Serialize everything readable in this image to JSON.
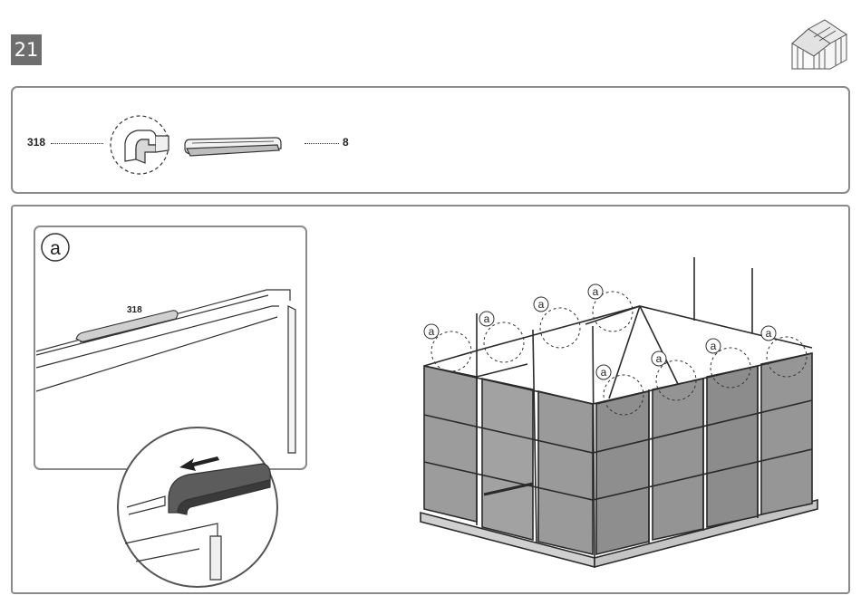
{
  "step": {
    "number": "21"
  },
  "icons": {
    "header": "greenhouse-icon"
  },
  "parts": [
    {
      "code": "318",
      "quantity": "8"
    }
  ],
  "detail": {
    "label": "a",
    "part_code": "318"
  },
  "callouts": {
    "label": "a",
    "count": 8
  },
  "colors": {
    "border": "#8a8a8a",
    "badge": "#6e6e6e",
    "line": "#1e1e1e",
    "panel_fill": "#9a9a9a"
  }
}
